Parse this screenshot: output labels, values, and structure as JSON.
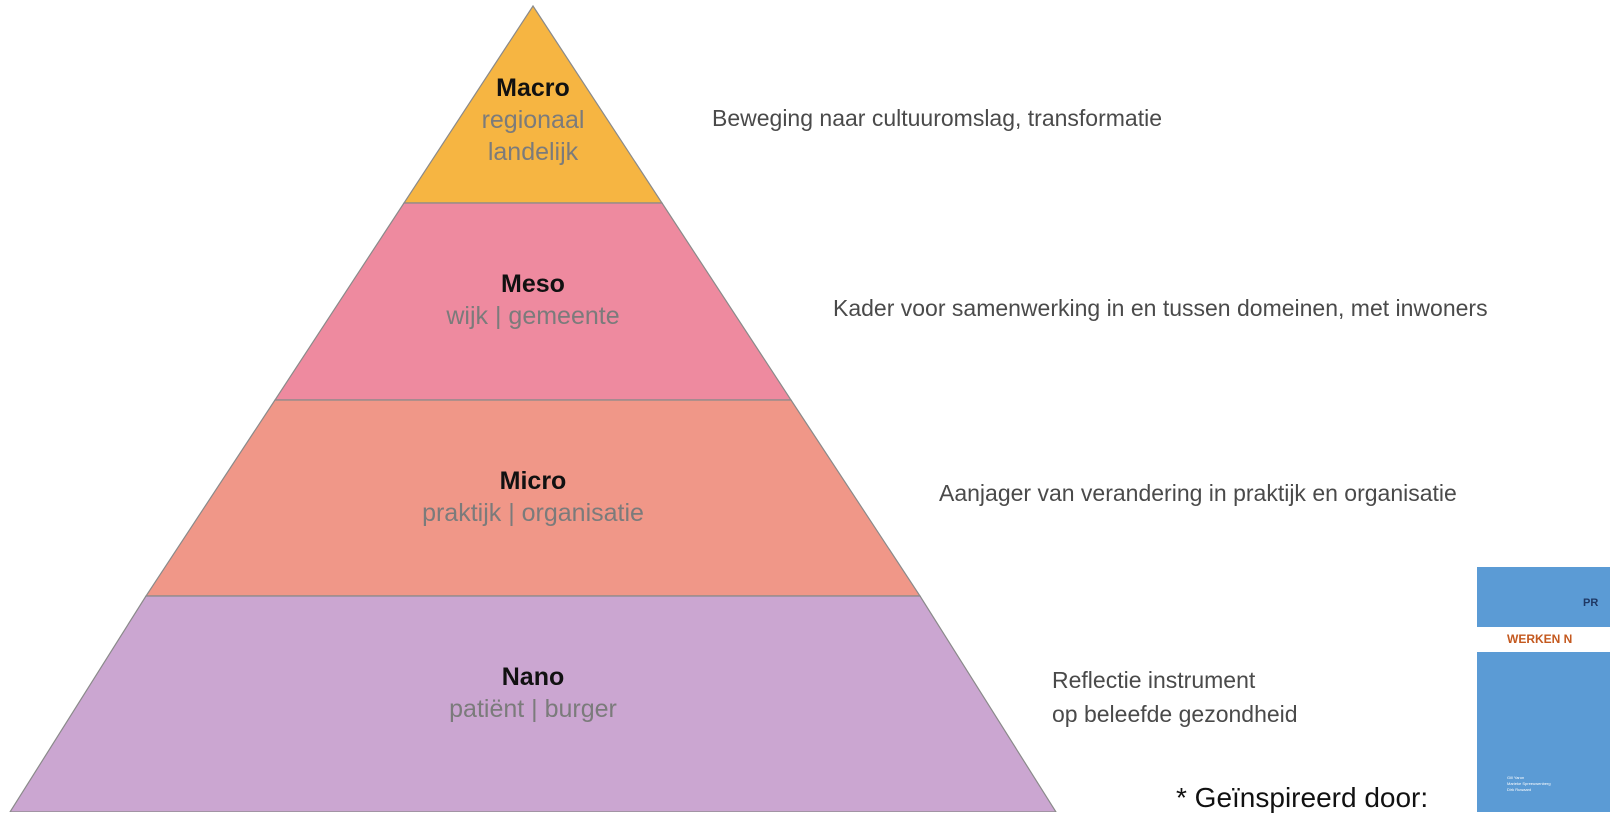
{
  "tiers": [
    {
      "name": "Macro",
      "sub": [
        "regionaal",
        "landelijk"
      ],
      "color": "#f6b542",
      "description": [
        "Beweging naar cultuuromslag, transformatie"
      ]
    },
    {
      "name": "Meso",
      "sub": [
        "wijk | gemeente"
      ],
      "color": "#ee8a9f",
      "description": [
        "Kader voor samenwerking in en tussen domeinen, met inwoners"
      ]
    },
    {
      "name": "Micro",
      "sub": [
        "praktijk | organisatie"
      ],
      "color": "#f09788",
      "description": [
        "Aanjager van verandering in praktijk en organisatie"
      ]
    },
    {
      "name": "Nano",
      "sub": [
        "patiënt | burger"
      ],
      "color": "#cba6d1",
      "description": [
        "Reflectie instrument",
        "op beleefde gezondheid"
      ]
    }
  ],
  "footer": {
    "inspired_by": "* Geïnspireerd door:"
  },
  "book_cover": {
    "top_text": "PR",
    "band_text": "WERKEN N",
    "authors": [
      "Gill Yaron",
      "Marieke Spreeuwenberg",
      "Dirk Ruwaard"
    ],
    "color": "#5b9bd5"
  }
}
